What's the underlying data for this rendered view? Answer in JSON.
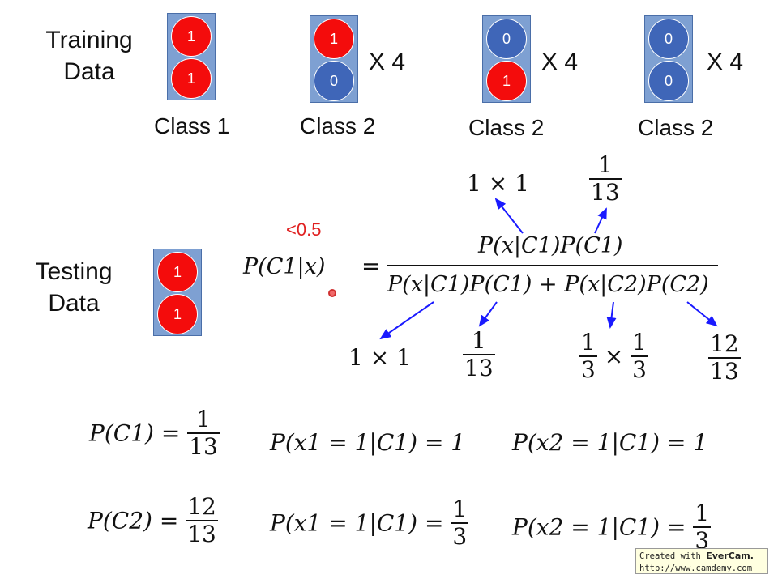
{
  "training": {
    "label_line1": "Training",
    "label_line2": "Data",
    "groups": [
      {
        "top": "1",
        "bottom": "1",
        "class_label": "Class 1",
        "multiplier": ""
      },
      {
        "top": "1",
        "bottom": "0",
        "class_label": "Class 2",
        "multiplier": "X 4"
      },
      {
        "top": "0",
        "bottom": "1",
        "class_label": "Class 2",
        "multiplier": "X 4"
      },
      {
        "top": "0",
        "bottom": "0",
        "class_label": "Class 2",
        "multiplier": "X 4"
      }
    ]
  },
  "testing": {
    "label_line1": "Testing",
    "label_line2": "Data",
    "top": "1",
    "bottom": "1"
  },
  "posterior": {
    "annotation": "<0.5",
    "lhs": "P(C1|x)",
    "numerator": "P(x|C1)P(C1)",
    "denominator": "P(x|C1)P(C1) + P(x|C2)P(C2)",
    "notes": {
      "num_likelihood": "1 × 1",
      "num_prior": "1/13",
      "den_likelihood1": "1 × 1",
      "den_prior1": "1/13",
      "den_likelihood2": "1/3 × 1/3",
      "den_prior2": "12/13"
    }
  },
  "equations": {
    "p_c1": {
      "lhs": "P(C1) =",
      "num": "1",
      "den": "13"
    },
    "p_c2": {
      "lhs": "P(C2) =",
      "num": "12",
      "den": "13"
    },
    "p_x1_c1": "P(x1 = 1|C1) = 1",
    "p_x2_c1": "P(x2 = 1|C1) = 1",
    "p_x1_c2": {
      "lhs": "P(x1 = 1|C1) =",
      "num": "1",
      "den": "3"
    },
    "p_x2_c2": {
      "lhs": "P(x2 = 1|C1) =",
      "num": "1",
      "den": "3"
    }
  },
  "watermark": {
    "prefix": "Created with",
    "brand": "EverCam.",
    "url": "http://www.camdemy.com"
  },
  "colors": {
    "ball_one": "#f40c0c",
    "ball_zero": "#3f66b8",
    "box": "#7ea0d2",
    "arrow": "#1a1aff",
    "annotation": "#e02020"
  }
}
